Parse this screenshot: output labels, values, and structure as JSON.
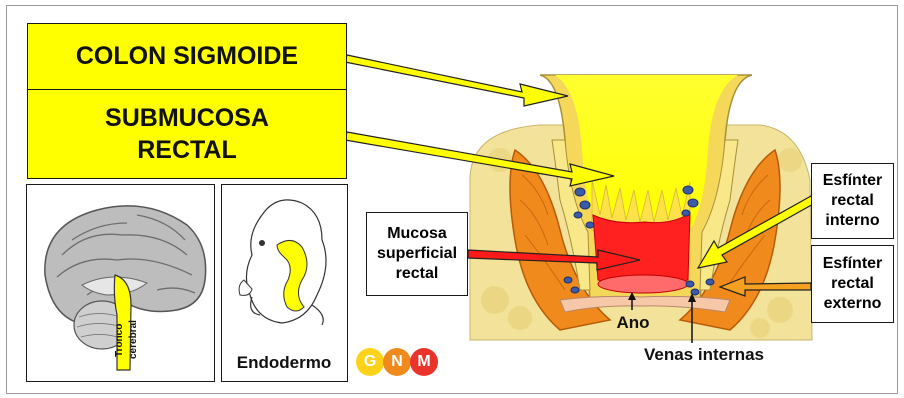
{
  "labels": {
    "colon": "COLON SIGMOIDE",
    "submucosa": "SUBMUCOSA\nRECTAL",
    "mucosa": "Mucosa\nsuperficial\nrectal",
    "esfinter_interno": "Esfínter\nrectal\ninterno",
    "esfinter_externo": "Esfínter\nrectal\nexterno",
    "ano": "Ano",
    "venas": "Venas internas",
    "tronco": "Tronco cerebral",
    "endodermo": "Endodermo"
  },
  "logo": {
    "letters": [
      "G",
      "N",
      "M"
    ]
  },
  "colors": {
    "highlight": "#ffff00",
    "muscle": "#f08a1c",
    "mucosa_red": "#ff2020",
    "veins": "#3b5aa8",
    "fat": "#f2e29a"
  }
}
